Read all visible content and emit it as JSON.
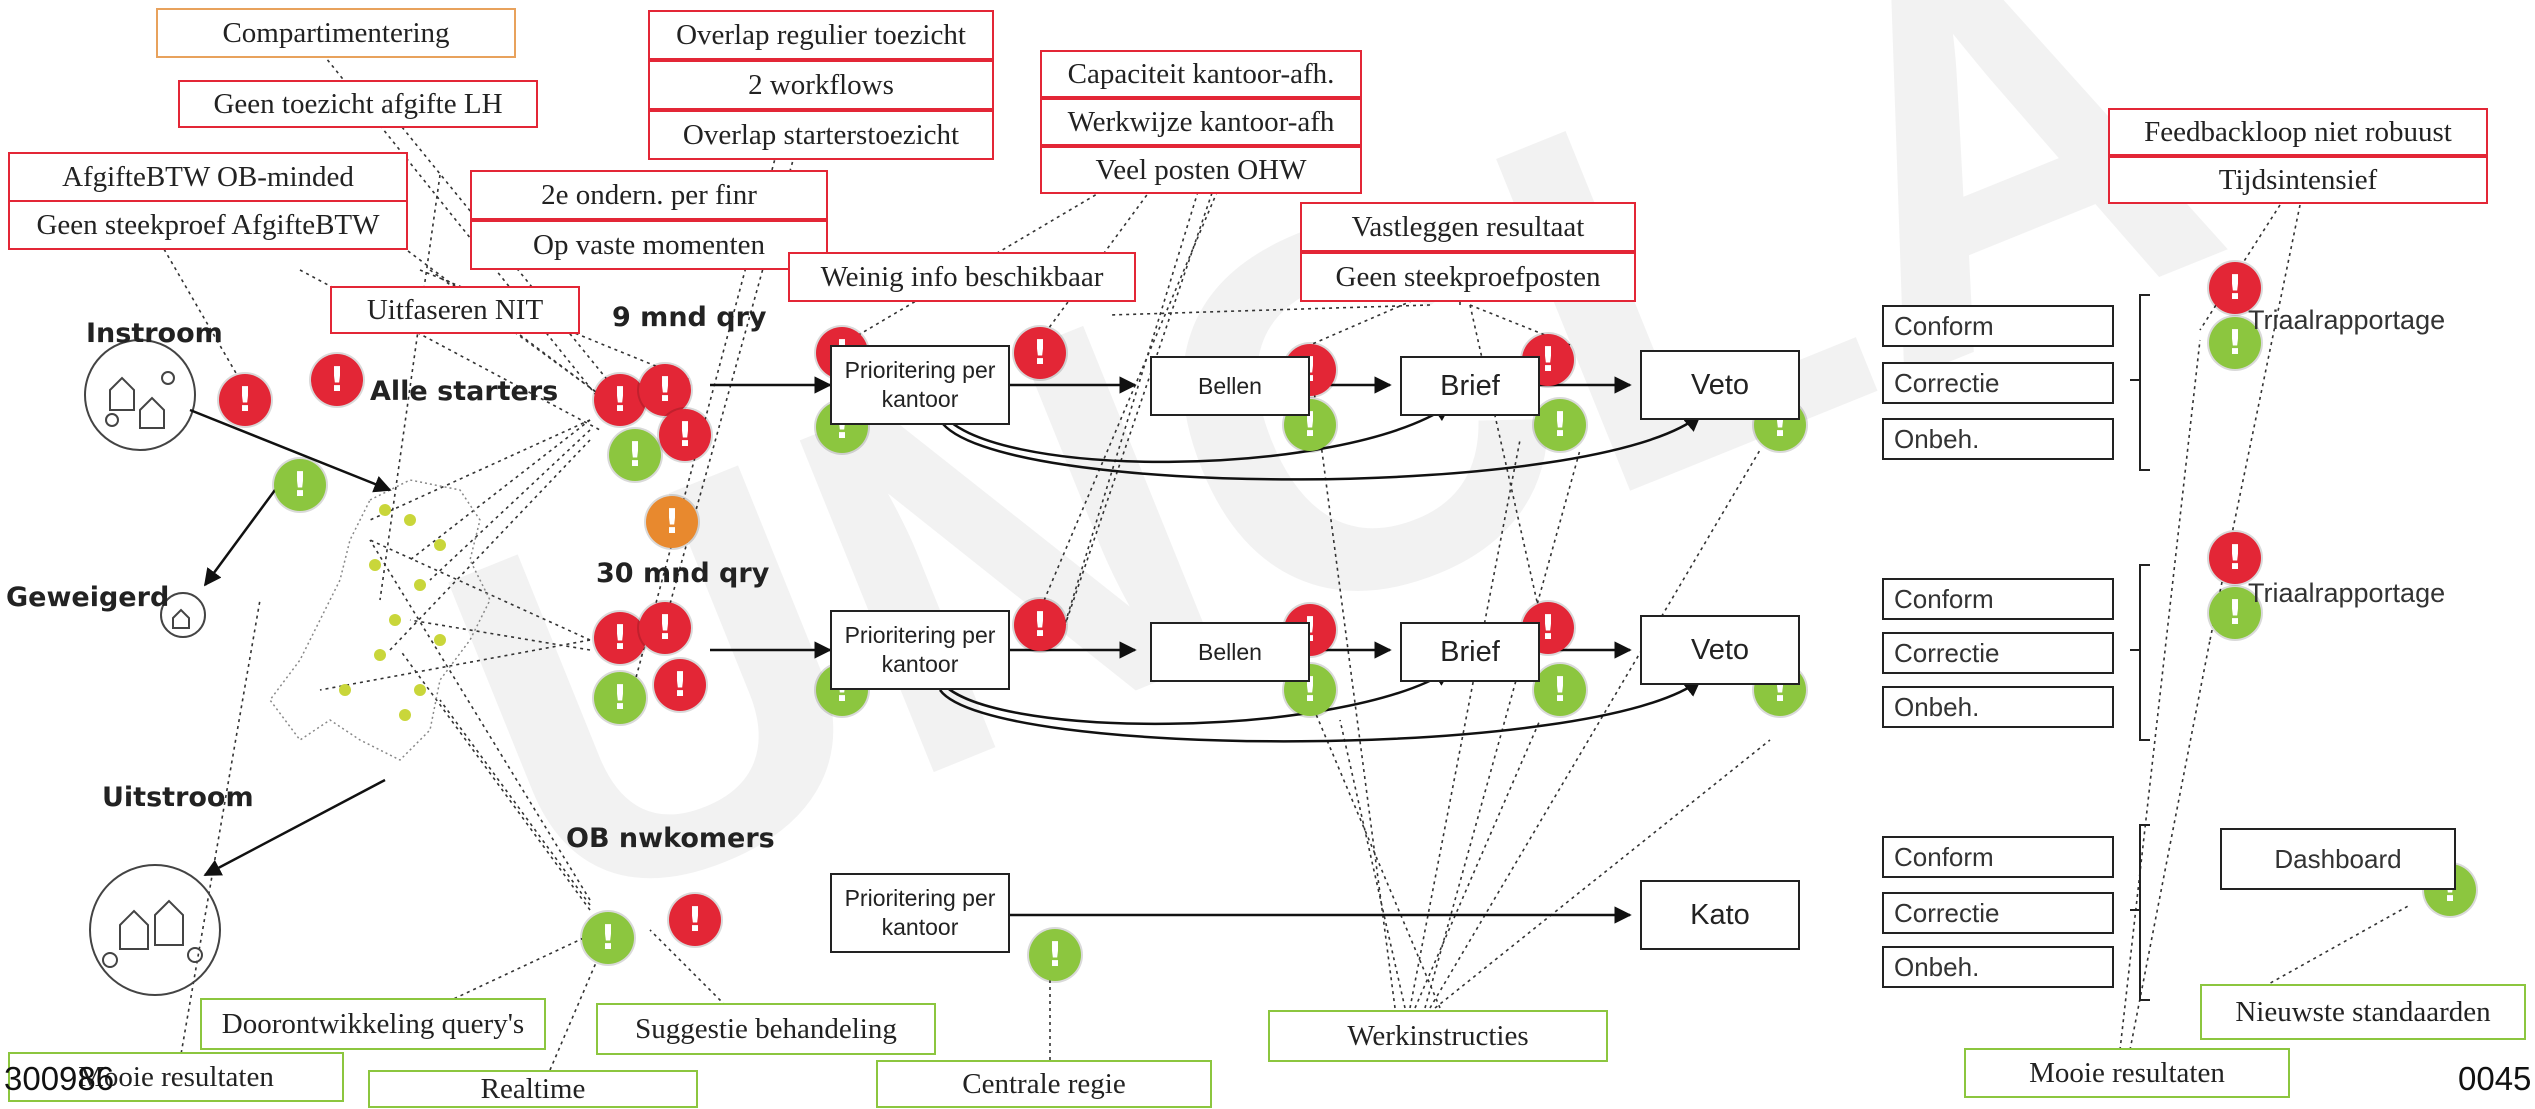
{
  "watermark": "UNCLA",
  "issue_boxes": {
    "compartimentering": "Compartimentering",
    "geen_toezicht": "Geen toezicht afgifte LH",
    "afgifte_btw": "AfgifteBTW OB-minded",
    "geen_steekproef_afgifte": "Geen steekproef AfgifteBTW",
    "uitfaseren_nit": "Uitfaseren NIT",
    "overlap_regulier": "Overlap regulier toezicht",
    "twee_workflows": "2 workflows",
    "overlap_starters": "Overlap starterstoezicht",
    "tweede_ondern": "2e ondern. per finr",
    "op_vaste_momenten": "Op vaste momenten",
    "weinig_info": "Weinig info beschikbaar",
    "capaciteit": "Capaciteit kantoor-afh.",
    "werkwijze": "Werkwijze kantoor-afh",
    "veel_posten": "Veel posten OHW",
    "vastleggen": "Vastleggen resultaat",
    "geen_steekproefposten": "Geen steekproefposten",
    "feedbackloop": "Feedbackloop niet robuust",
    "tijdsintensief": "Tijdsintensief"
  },
  "positive_boxes": {
    "doorontwikkeling": "Doorontwikkeling query's",
    "mooie_resultaten_left": "Mooie resultaten",
    "realtime": "Realtime",
    "suggestie": "Suggestie behandeling",
    "centrale_regie": "Centrale regie",
    "werkinstructies": "Werkinstructies",
    "mooie_resultaten_right": "Mooie resultaten",
    "nieuwste_standaarden": "Nieuwste standaarden"
  },
  "labels": {
    "instroom": "Instroom",
    "alle_starters": "Alle starters",
    "geweigerd": "Geweigerd",
    "uitstroom": "Uitstroom",
    "q9": "9 mnd qry",
    "q30": "30 mnd qry",
    "ob_nwkomers": "OB nwkomers"
  },
  "process": {
    "prioritering": "Prioritering per kantoor",
    "bellen": "Bellen",
    "brief": "Brief",
    "veto": "Veto",
    "kato": "Kato"
  },
  "outcomes": {
    "conform": "Conform",
    "correctie": "Correctie",
    "onbeh": "Onbeh.",
    "triaalrapportage": "Triaalrapportage",
    "dashboard": "Dashboard"
  },
  "corner_left": "300986",
  "corner_right": "0045",
  "colors": {
    "issue": "#e32636",
    "positive": "#8cc63f",
    "warning": "#e8892e",
    "line": "#222222"
  }
}
